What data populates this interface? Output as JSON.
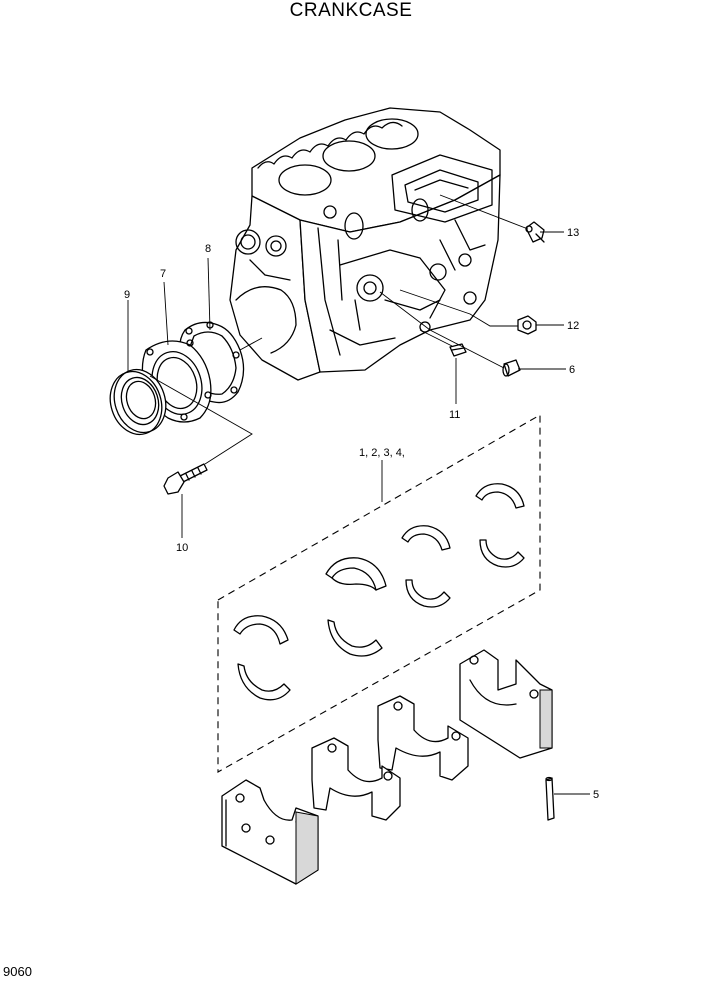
{
  "title": "CRANKCASE",
  "page_code": "9060",
  "callouts": {
    "c1234": "1, 2, 3, 4,",
    "c5": "5",
    "c6": "6",
    "c7": "7",
    "c8": "8",
    "c9": "9",
    "c10": "10",
    "c11": "11",
    "c12": "12",
    "c13": "13"
  }
}
